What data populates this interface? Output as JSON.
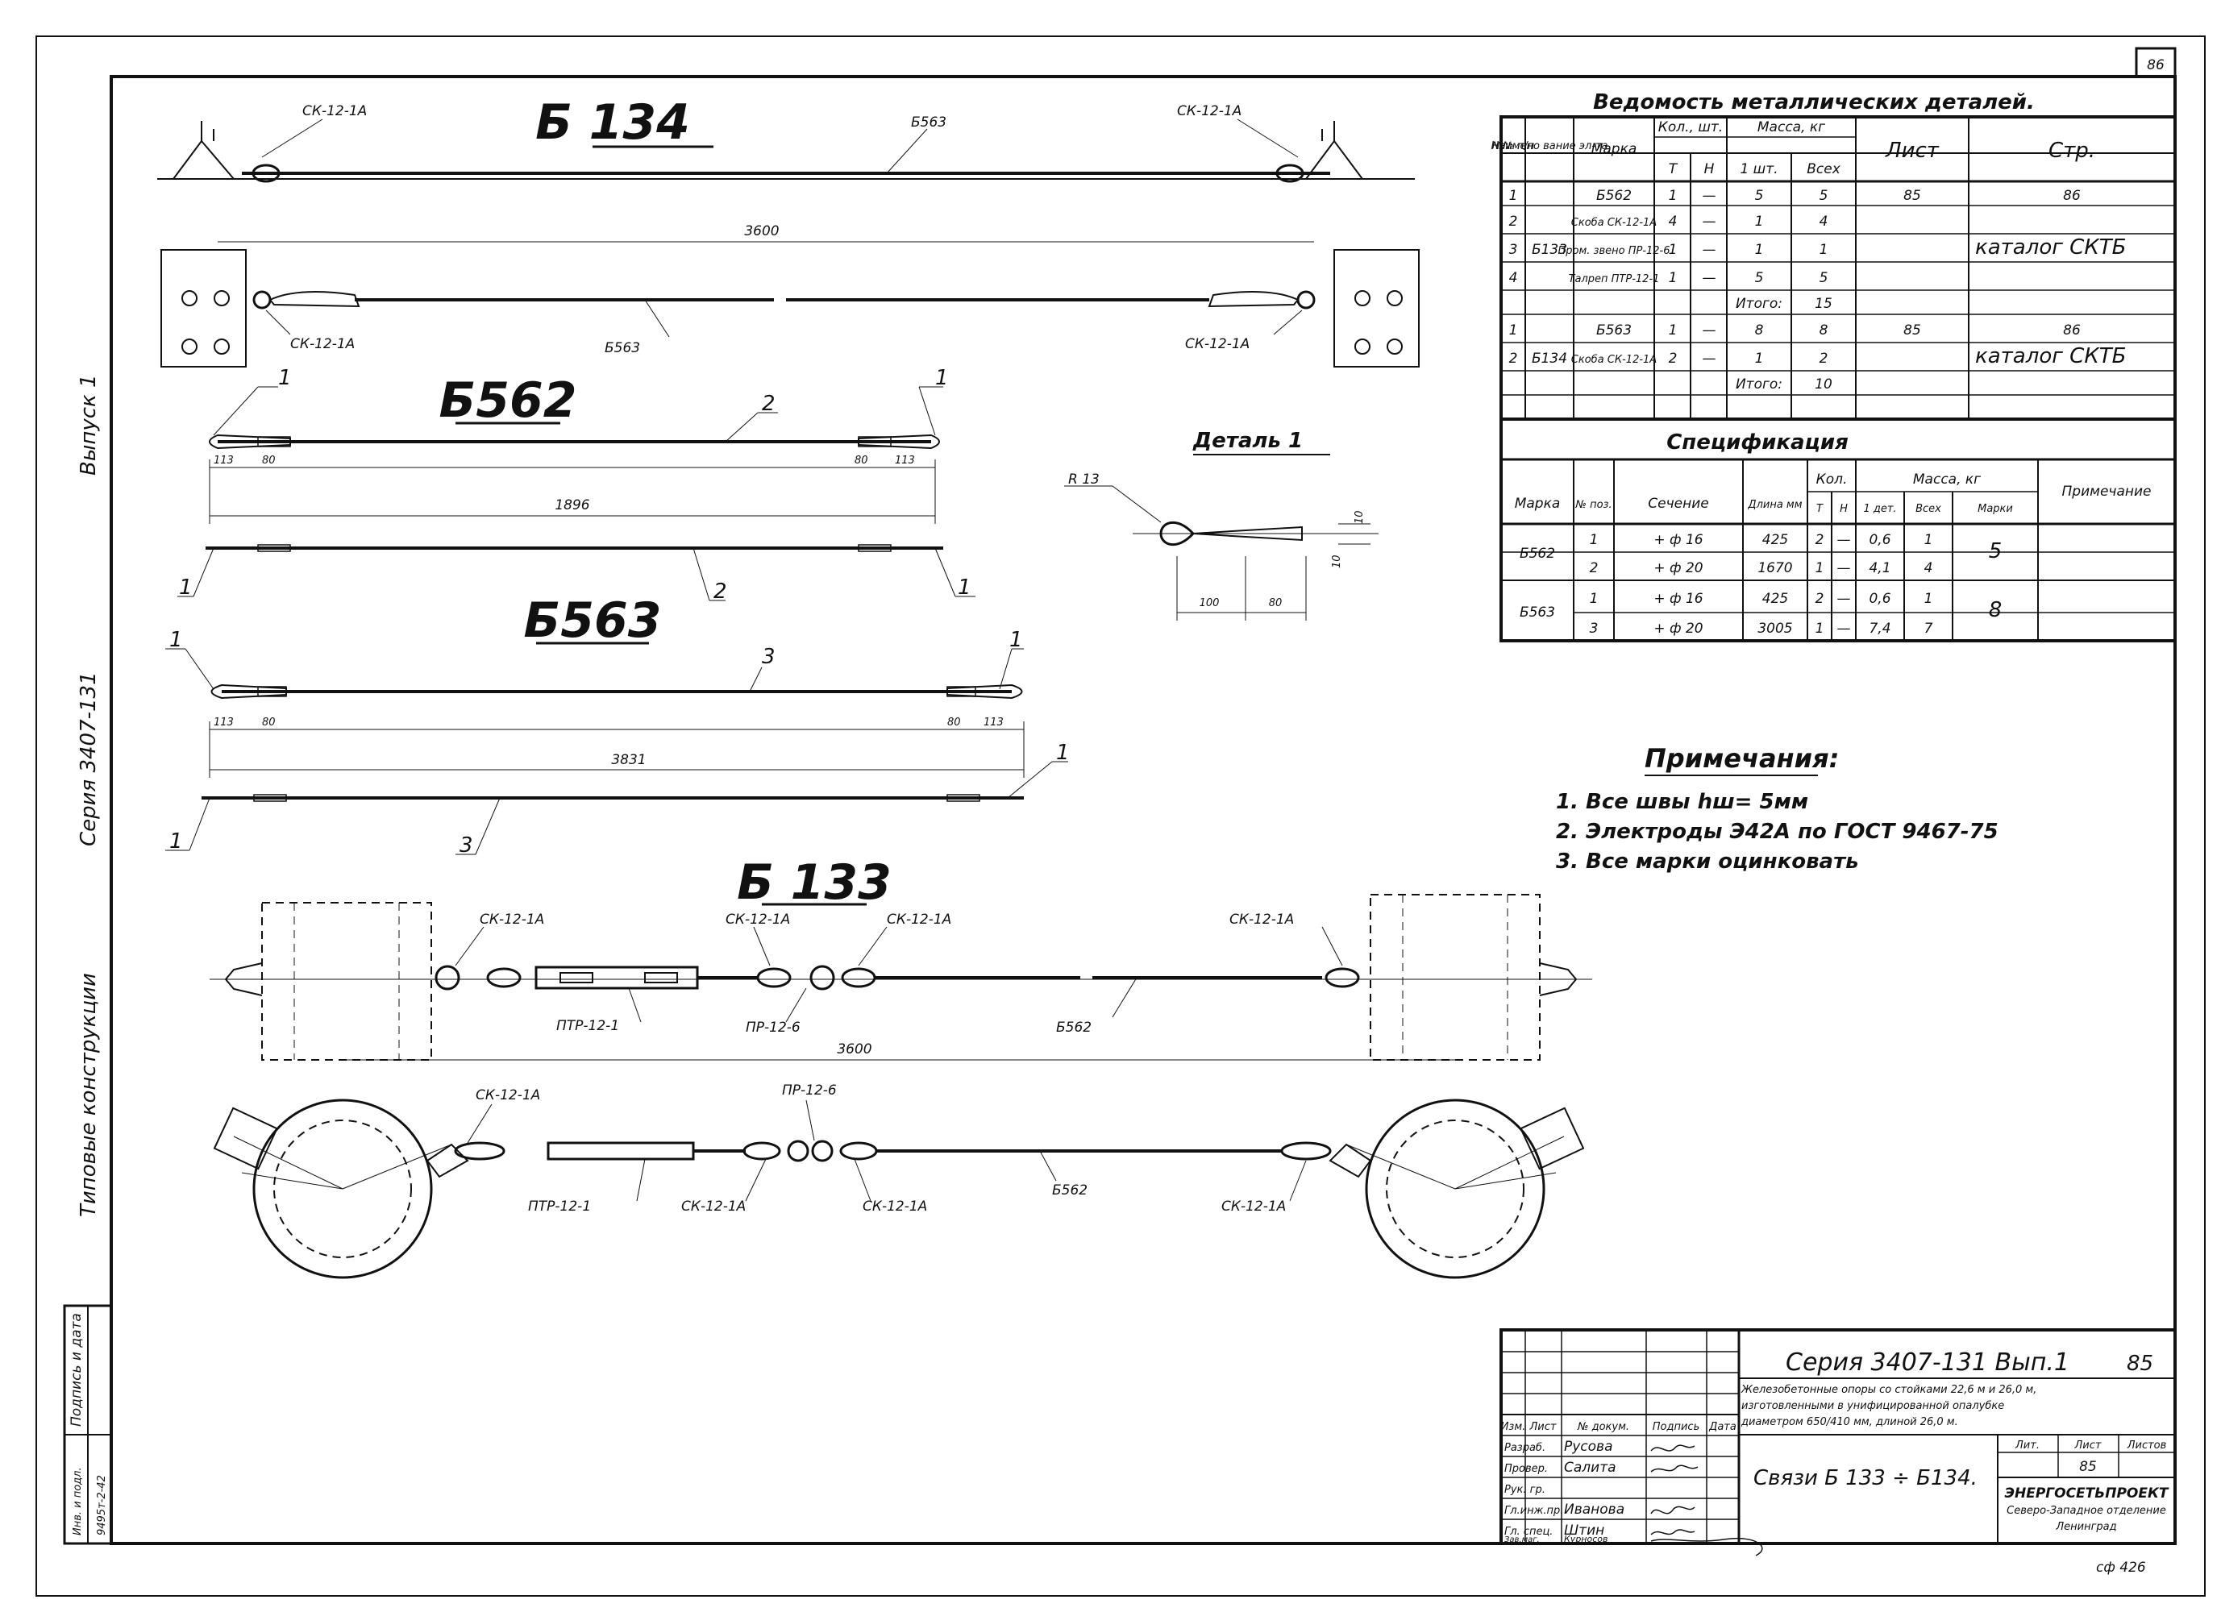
{
  "sheet_number": "86",
  "side_labels": {
    "vypusk": "Выпуск 1",
    "seria": "Серия 3407-131",
    "tipovye": "Типовые конструкции"
  },
  "stamp_left": {
    "podpis": "Подпись и дата",
    "inv": "Инв. и подл.",
    "inv_no": "9495т-2-42"
  },
  "views": {
    "b134": {
      "title": "Б 134",
      "labels": {
        "sk_tl": "СК-12-1А",
        "sk_tr": "СК-12-1А",
        "b563_top": "Б563",
        "sk_bl": "СК-12-1А",
        "sk_br": "СК-12-1А",
        "b563_bot": "Б563"
      },
      "dim_3600": "3600"
    },
    "b562": {
      "title": "Б562",
      "labels": {
        "p1l": "1",
        "p1r": "1",
        "p2": "2",
        "d113l": "113",
        "d80l": "80",
        "d80r": "80",
        "d113r": "113",
        "d1896": "1896",
        "p1bl": "1",
        "p2b": "2",
        "p1br": "1"
      }
    },
    "b563": {
      "title": "Б563",
      "labels": {
        "p1l": "1",
        "p1r": "1",
        "p3": "3",
        "d113l": "113",
        "d80l": "80",
        "d80r": "80",
        "d113r": "113",
        "d3831": "3831",
        "p1bl": "1",
        "p1br": "1",
        "p3b": "3"
      }
    },
    "detail1": {
      "title": "Деталь 1",
      "r": "R 13",
      "d10a": "10",
      "d10b": "10",
      "d100": "100",
      "d80": "80"
    },
    "b133": {
      "title": "Б 133",
      "labels": {
        "sk1": "СК-12-1А",
        "sk2": "СК-12-1А",
        "sk3": "СК-12-1А",
        "sk4": "СК-12-1А",
        "ptr": "ПТР-12-1",
        "pr": "ПР-12-6",
        "b562": "Б562",
        "dim3600": "3600"
      },
      "plan_labels": {
        "sk1": "СК-12-1А",
        "pr": "ПР-12-6",
        "ptr": "ПТР-12-1",
        "sk2": "СК-12-1А",
        "sk3": "СК-12-1А",
        "b562": "Б562",
        "sk4": "СК-12-1А"
      }
    }
  },
  "vedomost": {
    "title": "Ведомость металлических деталей.",
    "headers": {
      "nn": "№№ п/п",
      "naim": "Наимено вание эл-та",
      "marka": "Марка",
      "kol": "Кол., шт.",
      "t": "Т",
      "n": "Н",
      "massa": "Масса, кг",
      "one": "1 шт.",
      "all": "Всех",
      "list": "Лист",
      "str": "Стр."
    },
    "rows": [
      {
        "n": "1",
        "el": "",
        "marka": "Б562",
        "t": "1",
        "nn": "—",
        "one": "5",
        "all": "5",
        "list": "85",
        "str": "86"
      },
      {
        "n": "2",
        "el": "Б133",
        "marka": "Скоба СК-12-1А",
        "t": "4",
        "nn": "—",
        "one": "1",
        "all": "4",
        "list": "",
        "str": ""
      },
      {
        "n": "3",
        "el": "",
        "marka": "Пром. звено ПР-12-6",
        "t": "1",
        "nn": "—",
        "one": "1",
        "all": "1",
        "list": "каталог СКТБ",
        "str": ""
      },
      {
        "n": "4",
        "el": "",
        "marka": "Талреп ПТР-12-1",
        "t": "1",
        "nn": "—",
        "one": "5",
        "all": "5",
        "list": "",
        "str": ""
      },
      {
        "n": "",
        "el": "",
        "marka": "",
        "t": "",
        "nn": "",
        "one": "Итого:",
        "all": "15",
        "list": "",
        "str": ""
      },
      {
        "n": "1",
        "el": "",
        "marka": "Б563",
        "t": "1",
        "nn": "—",
        "one": "8",
        "all": "8",
        "list": "85",
        "str": "86"
      },
      {
        "n": "2",
        "el": "Б134",
        "marka": "Скоба СК-12-1А",
        "t": "2",
        "nn": "—",
        "one": "1",
        "all": "2",
        "list": "каталог СКТБ",
        "str": ""
      },
      {
        "n": "",
        "el": "",
        "marka": "",
        "t": "",
        "nn": "",
        "one": "Итого:",
        "all": "10",
        "list": "",
        "str": ""
      }
    ]
  },
  "specifikacia": {
    "title": "Спецификация",
    "headers": {
      "marka": "Марка",
      "poz": "№ поз.",
      "sechenie": "Сечение",
      "dlina": "Длина мм",
      "kol": "Кол.",
      "t": "Т",
      "n": "Н",
      "massa": "Масса, кг",
      "odet": "1 дет.",
      "vseh": "Всех",
      "marki": "Марки",
      "prim": "Примечание"
    },
    "groups": [
      {
        "marka": "Б562",
        "massa_marki": "5",
        "rows": [
          {
            "poz": "1",
            "sech": "+ ф 16",
            "dl": "425",
            "t": "2",
            "n": "—",
            "odet": "0,6",
            "vseh": "1"
          },
          {
            "poz": "2",
            "sech": "+ ф 20",
            "dl": "1670",
            "t": "1",
            "n": "—",
            "odet": "4,1",
            "vseh": "4"
          }
        ]
      },
      {
        "marka": "Б563",
        "massa_marki": "8",
        "rows": [
          {
            "poz": "1",
            "sech": "+ ф 16",
            "dl": "425",
            "t": "2",
            "n": "—",
            "odet": "0,6",
            "vseh": "1"
          },
          {
            "poz": "3",
            "sech": "+ ф 20",
            "dl": "3005",
            "t": "1",
            "n": "—",
            "odet": "7,4",
            "vseh": "7"
          }
        ]
      }
    ]
  },
  "notes": {
    "title": "Примечания:",
    "items": [
      "1. Все швы hш= 5мм",
      "2. Электроды Э42А по ГОСТ 9467-75",
      "3. Все марки оцинковать"
    ]
  },
  "title_block": {
    "series": "Серия 3407-131 Вып.1",
    "sheet": "85",
    "desc1": "Железобетонные опоры со стойками 22,6 м и 26,0 м,",
    "desc2": "изготовленными в унифицированной опалубке",
    "desc3": "диаметром 650/410 мм, длиной 26,0 м.",
    "doc_title": "Связи Б 133 ÷ Б134.",
    "stage_h": "Лит.",
    "list_h": "Лист",
    "listov_h": "Листов",
    "list_val": "85",
    "org1": "ЭНЕРГОСЕТЬПРОЕКТ",
    "org2": "Северо-Западное отделение",
    "org3": "Ленинград",
    "cols": {
      "izm": "Изм.",
      "list": "Лист",
      "doc": "№ докум.",
      "podp": "Подпись",
      "data": "Дата"
    },
    "staff": [
      {
        "role": "Разраб.",
        "name": "Русова"
      },
      {
        "role": "Провер.",
        "name": "Салита"
      },
      {
        "role": "Рук. гр.",
        "name": ""
      },
      {
        "role": "Гл.инж.пр.",
        "name": "Иванова"
      },
      {
        "role": "Гл. спец.",
        "name": "Штин"
      },
      {
        "role": "Зав.маг.",
        "name": "Курносов"
      }
    ],
    "bottom_code": "сф 426"
  }
}
